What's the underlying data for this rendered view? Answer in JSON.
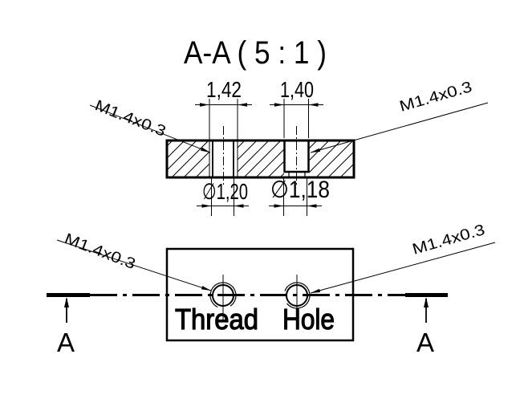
{
  "drawing": {
    "title": "A-A ( 5 : 1 )",
    "section_view": {
      "width_dim_thread": "1,42",
      "width_dim_hole": "1,40",
      "dia_dim_thread": "∅1,20",
      "dia_dim_hole": "∅1,18",
      "thread_callout_left": "M1.4x0.3",
      "thread_callout_right": "M1.4x0.3"
    },
    "plan_view": {
      "thread_callout_left": "M1.4x0.3",
      "thread_callout_right": "M1.4x0.3",
      "thread_text": "Thread",
      "hole_text": "Hole"
    },
    "section_markers": {
      "left_letter": "A",
      "right_letter": "A"
    },
    "colors": {
      "line": "#000000",
      "background": "#ffffff"
    }
  }
}
